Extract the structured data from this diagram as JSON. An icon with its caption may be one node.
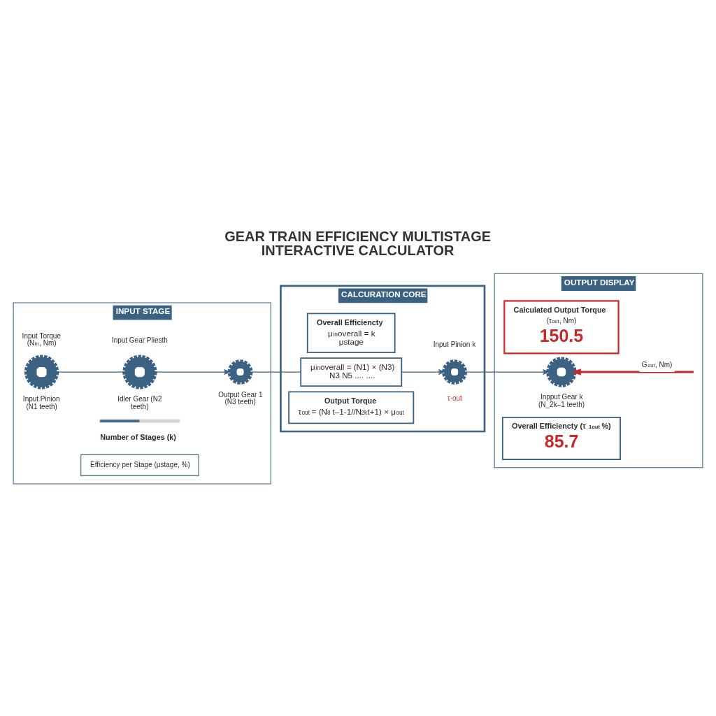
{
  "diagram": {
    "title": "GEAR TRAIN EFFICIENCY MULTISTAGE INTERACTIVE CALCULATOR",
    "nodes": [
      {
        "text": [
          "INPUT STAGE"
        ]
      },
      {
        "text": [],
        "shape": "gear",
        "in": 0,
        "beside": [
          "Input Torque (N$_{in}$, Nm)",
          "Input Pinion (N1 teeth)"
        ]
      },
      {
        "text": [],
        "shape": "gear",
        "in": 0,
        "beside": [
          "Input Gear Pliesth",
          "Idler Gear (N2 teeth)"
        ]
      },
      {
        "text": [],
        "shape": "gear",
        "in": 0,
        "beside": [
          "Output Gear 1 (N3 teeth)"
        ]
      },
      {
        "text": [],
        "shape": "bar",
        "in": 0,
        "beside": [
          "Number of Stages (k)"
        ]
      },
      {
        "text": [
          "Efficiency per Stage (μstage, %)"
        ],
        "in": 0
      },
      {
        "text": [
          "CALCURATION CORE"
        ]
      },
      {
        "text": [
          "Overall Efficiencty",
          "μ$_{in}$overall = k μstage"
        ],
        "in": 6
      },
      {
        "text": [
          "μ$_{in}$overall = (N1) × (N3) N3 N5 .... ...."
        ],
        "in": 6
      },
      {
        "text": [
          "Output Torque",
          "τ$_{out}$ = (N$_{8}$ t–1-1//N$_{2k}$t+1) × μ$_{out}$"
        ],
        "in": 6
      },
      {
        "text": [],
        "shape": "gear",
        "in": 6,
        "beside": [
          "Input Pinion k",
          "τ·out"
        ]
      },
      {
        "text": [
          "OUTPUT DISPLAY"
        ]
      },
      {
        "text": [
          "Calculated Output Torque",
          "(τ$_{out}$, Nm)",
          "150.5"
        ],
        "in": 11
      },
      {
        "text": [],
        "shape": "gear",
        "in": 11,
        "beside": [
          "Inpput Gear k (N_2k–1 teeth)"
        ]
      },
      {
        "text": [
          "Overall Efficiencty (τ$_{1out}$ %)",
          "85.7"
        ],
        "in": 11
      }
    ],
    "edges": [
      {
        "from": 1,
        "to": 2,
        "arrow": "none"
      },
      {
        "from": 2,
        "to": 3,
        "arrow": "to"
      },
      {
        "from": 3,
        "to": 8,
        "arrow": "none"
      },
      {
        "from": 8,
        "to": 10,
        "arrow": "to"
      },
      {
        "from": 10,
        "to": 13,
        "arrow": "to"
      },
      {
        "from": null,
        "to": 13,
        "arrow": "to",
        "label": "G$_{out}$, Nm)",
        "style": "thick",
        "color": "#c62828"
      }
    ]
  }
}
